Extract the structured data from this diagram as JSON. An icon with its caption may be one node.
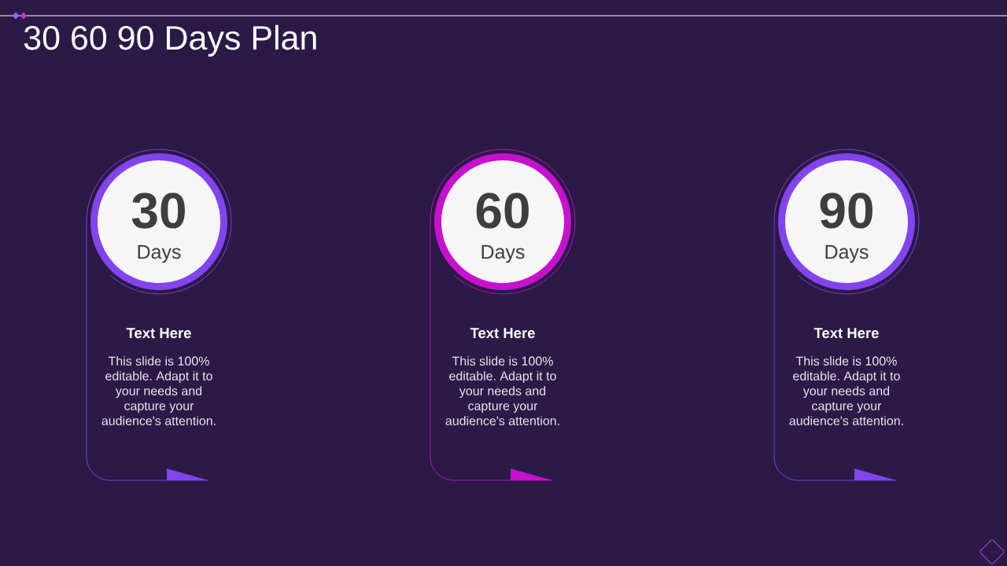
{
  "diagram": {
    "title": "30 60 90 Days Plan",
    "nodes": [
      {
        "text": [
          "30",
          "Days"
        ],
        "beside": [
          "Text Here",
          "This slide is 100% editable. Adapt it to your needs and capture your audience's attention."
        ]
      },
      {
        "text": [
          "60",
          "Days"
        ],
        "beside": [
          "Text Here",
          "This slide is 100% editable. Adapt it to your needs and capture your audience's attention."
        ]
      },
      {
        "text": [
          "90",
          "Days"
        ],
        "beside": [
          "Text Here",
          "This slide is 100% editable. Adapt it to your needs and capture your audience's attention."
        ]
      }
    ]
  }
}
